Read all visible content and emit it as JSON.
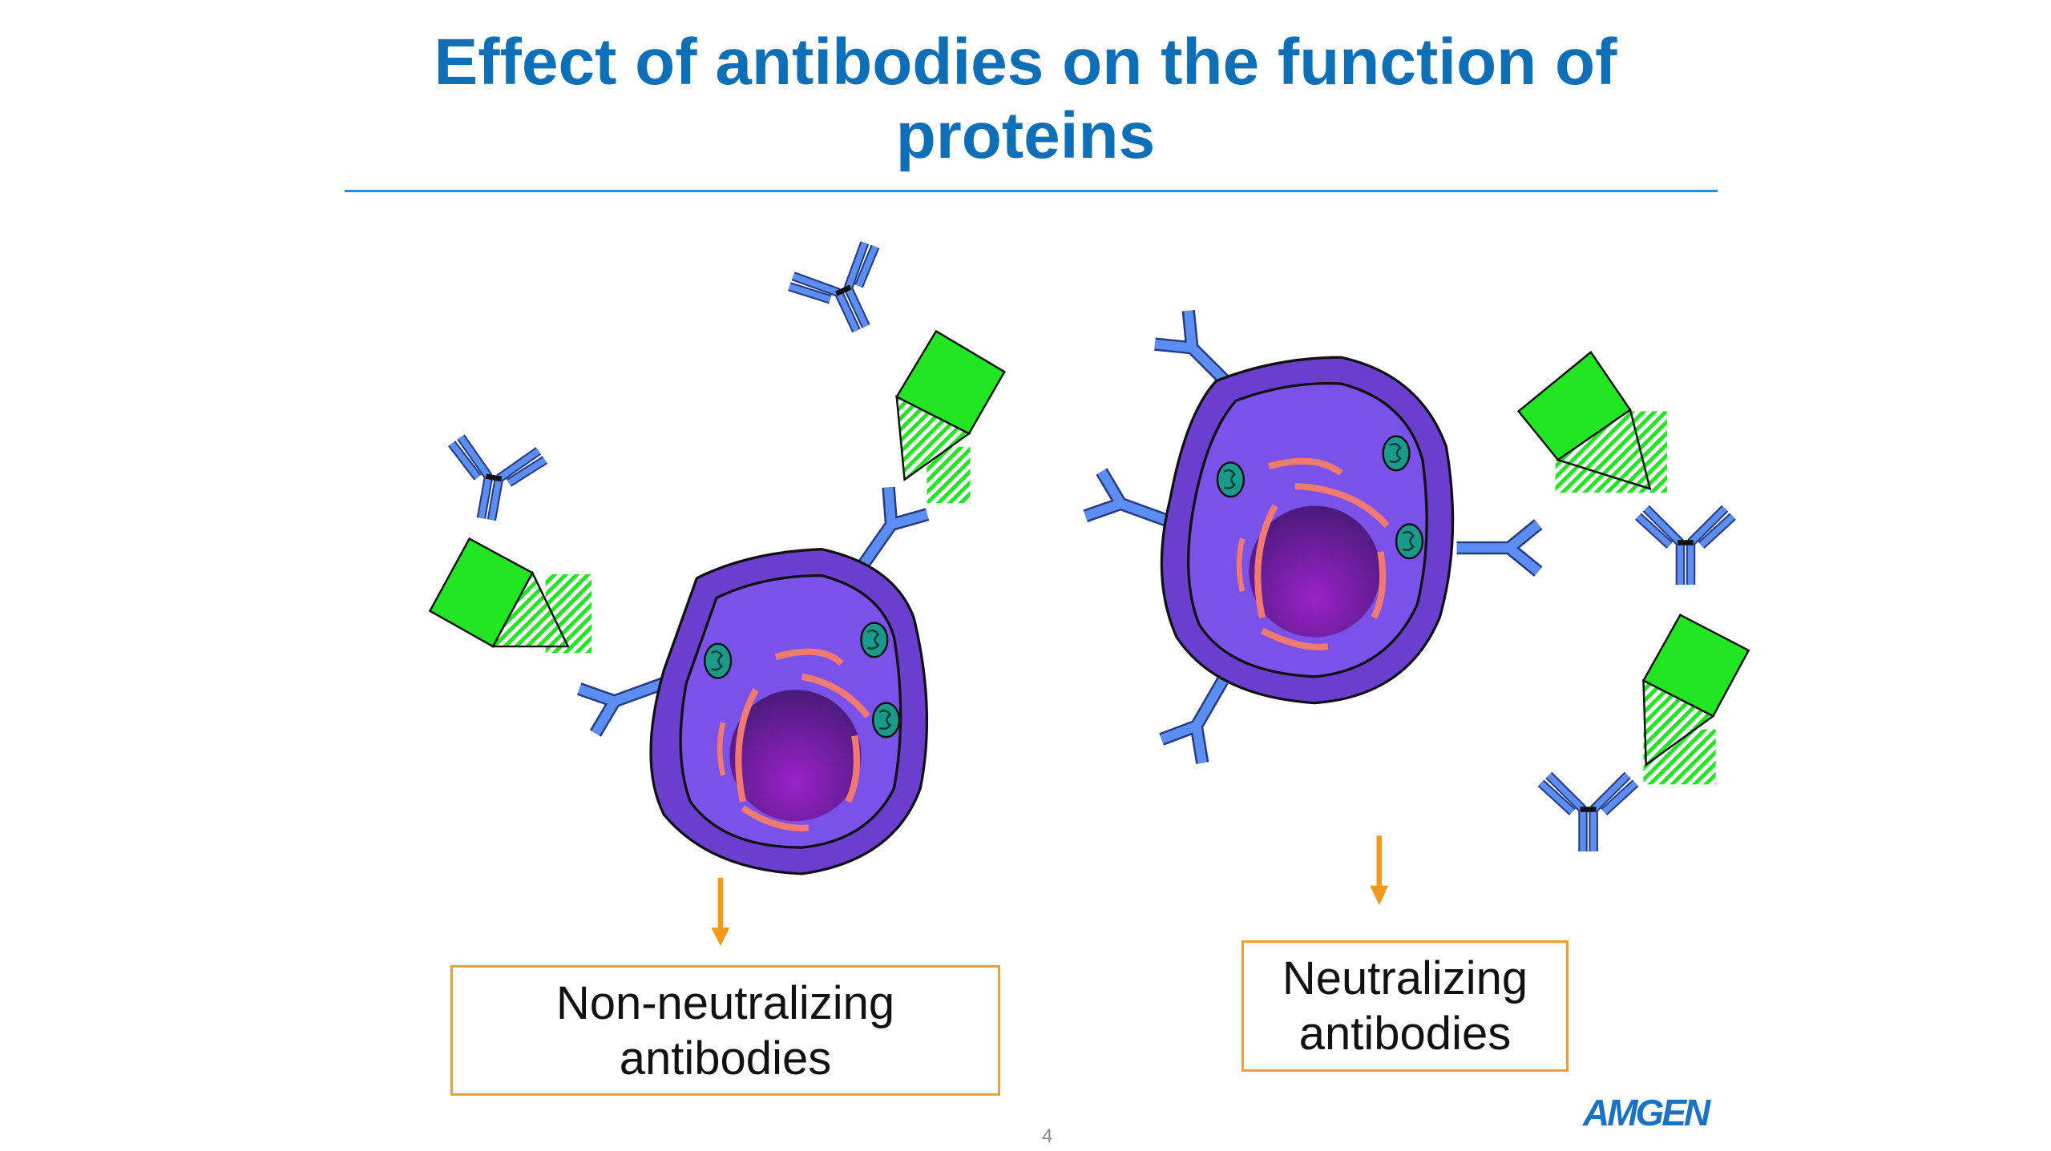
{
  "title": {
    "line1": "Effect of antibodies on the function of",
    "line2": "proteins"
  },
  "labels": {
    "non_neutralizing": {
      "line1": "Non-neutralizing",
      "line2": "antibodies"
    },
    "neutralizing": {
      "line1": "Neutralizing",
      "line2": "antibodies"
    }
  },
  "page_number": "4",
  "logo": "AMGEN",
  "colors": {
    "title": "#0d6fb8",
    "arrow": "#f39a1e",
    "antibody": "#5b8ef0",
    "protein": "#22e622",
    "cell": "#7a4fe0"
  }
}
